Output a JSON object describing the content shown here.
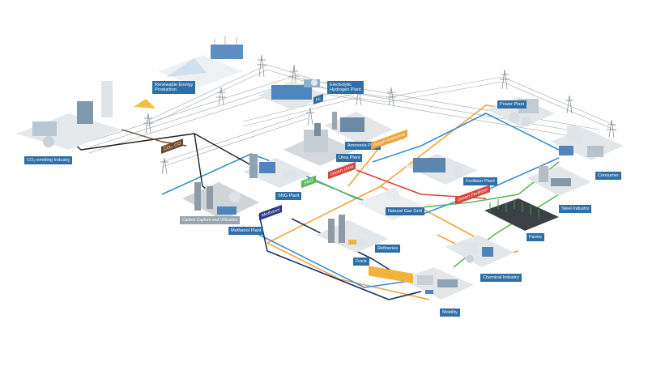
{
  "labels": {
    "renewable": "Renewable Energy\nProduction",
    "electrolytic": "Electrolytic\nHydrogen Plant",
    "co2_industry": "CO₂-emitting Industry",
    "ammonia": "Ammonia Plant",
    "urea": "Urea Plant",
    "sng": "SNG Plant",
    "methanol": "Methanol Plant",
    "carbon_capture": "Carbon Capture and Utilization",
    "natural_gas_grid": "Natural Gas Grid",
    "fertilizer": "Fertilizer Plant",
    "power_plant": "Power Plant",
    "consumer": "Consumer",
    "steel": "Steel Industry",
    "farms": "Farms",
    "refineries": "Refineries",
    "chemical": "Chemical Industry",
    "mobility": "Mobility",
    "fuels": "Fuels"
  },
  "tags": {
    "co2_co": "CO₂, CO",
    "h2": "H₂",
    "green_ammonia": "Green Ammonia",
    "green_urea": "Green Urea",
    "sng": "SNG",
    "green_fertilizer": "Green Fertilizer",
    "methanol": "Methanol"
  },
  "colors": {
    "label_bg": "#2f6fa8",
    "pipe_orange": "#f2a33a",
    "pipe_blue": "#3b8fd0",
    "pipe_dark": "#1d2f63",
    "pipe_green": "#5cb85c",
    "pipe_black": "#222222",
    "pipe_red": "#d9453a",
    "tag_red": "#d9453a",
    "tag_orange": "#f2a33a",
    "tag_green": "#5cb85c",
    "tag_brown": "#6a4a2e",
    "tag_navy": "#2a3a8a"
  }
}
